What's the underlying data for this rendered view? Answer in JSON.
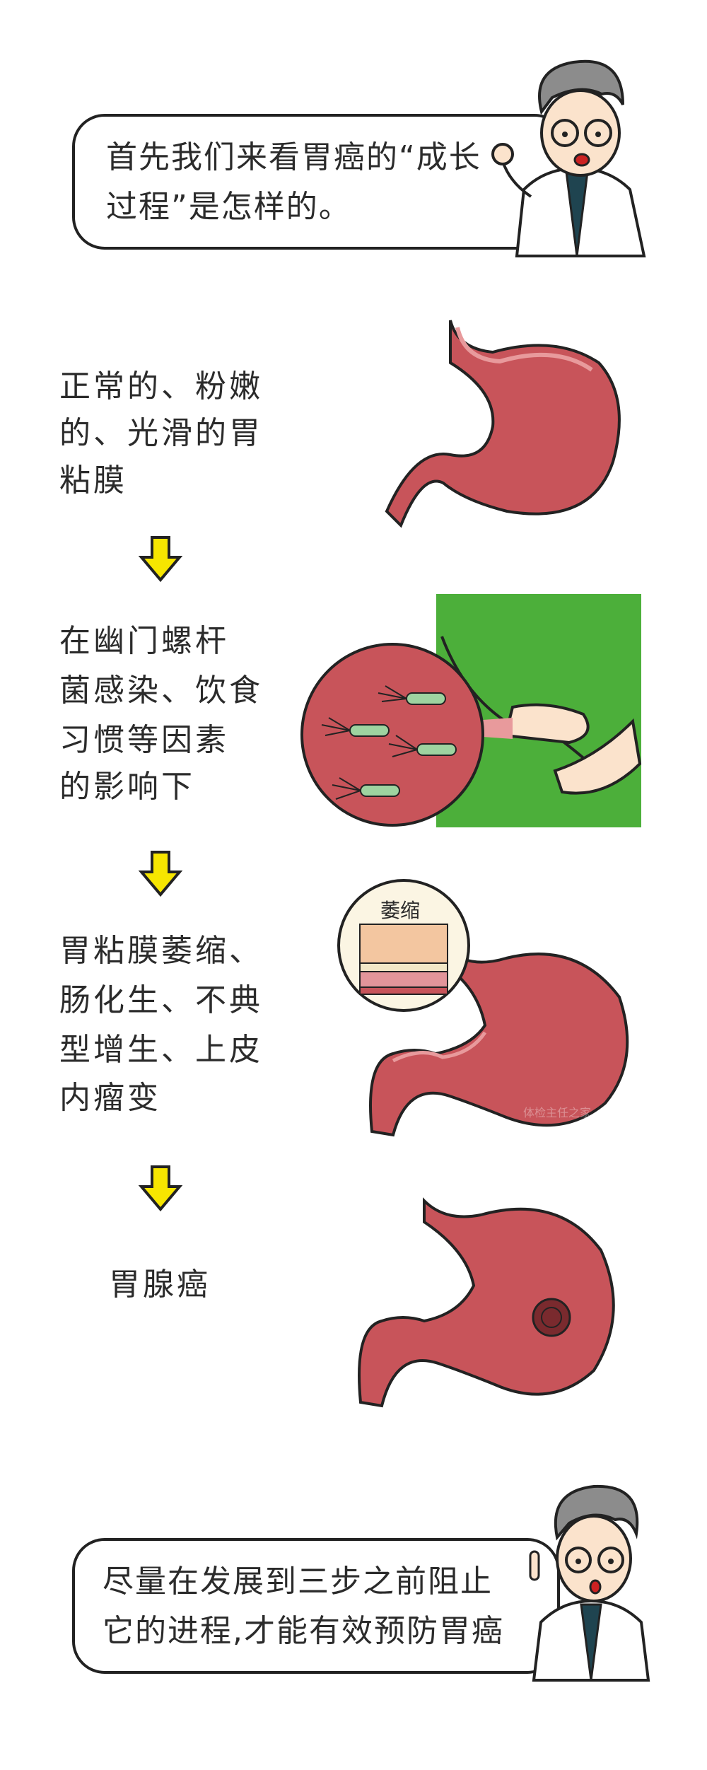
{
  "intro_bubble": {
    "line1": "首先我们来看胃癌的“成长",
    "line2": "过程”是怎样的。"
  },
  "steps": [
    {
      "lines": [
        "正常的、粉嫩",
        "的、光滑的胃",
        "粘膜"
      ]
    },
    {
      "lines": [
        "在幽门螺杆",
        "菌感染、饮食",
        "习惯等因素",
        "的影响下"
      ]
    },
    {
      "lines": [
        "胃粘膜萎缩、",
        "肠化生、不典",
        "型增生、上皮",
        "内瘤变"
      ],
      "inset_label": "萎缩"
    },
    {
      "lines": [
        "胃腺癌"
      ]
    }
  ],
  "outro_bubble": {
    "line1": "尽量在发展到三步之前阻止",
    "line2": "它的进程,才能有效预防胃癌"
  },
  "watermark": "体检主任之家",
  "colors": {
    "stomach": "#c8545a",
    "stomach_edge": "#e89a9c",
    "arrow": "#f7e600",
    "shirt": "#4caf3a",
    "hair": "#8c8c8c"
  }
}
